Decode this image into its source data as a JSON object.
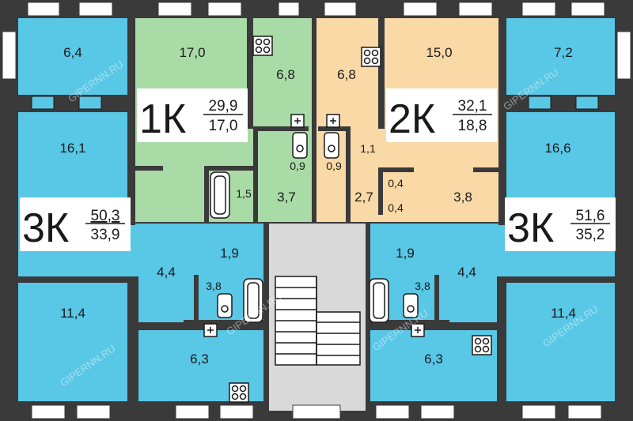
{
  "colors": {
    "wall": "#3a3a3a",
    "blue": "#59c7e6",
    "green": "#a9dba6",
    "orange": "#f9d9a6",
    "hall": "#d9d9d9",
    "window": "#ffffff"
  },
  "watermark": "GIPERNN.RU",
  "apartments": [
    {
      "id": "ap-3k-left",
      "type": "3К",
      "total": "50,3",
      "living": "33,9"
    },
    {
      "id": "ap-1k",
      "type": "1К",
      "total": "29,9",
      "living": "17,0"
    },
    {
      "id": "ap-2k",
      "type": "2К",
      "total": "32,1",
      "living": "18,8"
    },
    {
      "id": "ap-3k-right",
      "type": "3К",
      "total": "51,6",
      "living": "35,2"
    }
  ],
  "rooms": {
    "l_top": "6,4",
    "l_mid": "16,1",
    "l_bot": "11,4",
    "l_corr": "1,9",
    "l_hall": "4,4",
    "l_bath": "3,8",
    "l_kitch": "6,3",
    "g_room": "17,0",
    "g_kitch": "6,8",
    "g_bath": "1,5",
    "g_hall": "3,7",
    "g_wc": "0,9",
    "o_kitch": "6,8",
    "o_room": "15,0",
    "o_wc": "0,9",
    "o_a": "1,1",
    "o_hall": "2,7",
    "o_s1": "0,4",
    "o_s2": "0,4",
    "o_b": "3,8",
    "r_top": "7,2",
    "r_mid": "16,6",
    "r_bot": "11,4",
    "r_corr": "1,9",
    "r_hall": "4,4",
    "r_bath": "3,8",
    "r_kitch": "6,3"
  }
}
